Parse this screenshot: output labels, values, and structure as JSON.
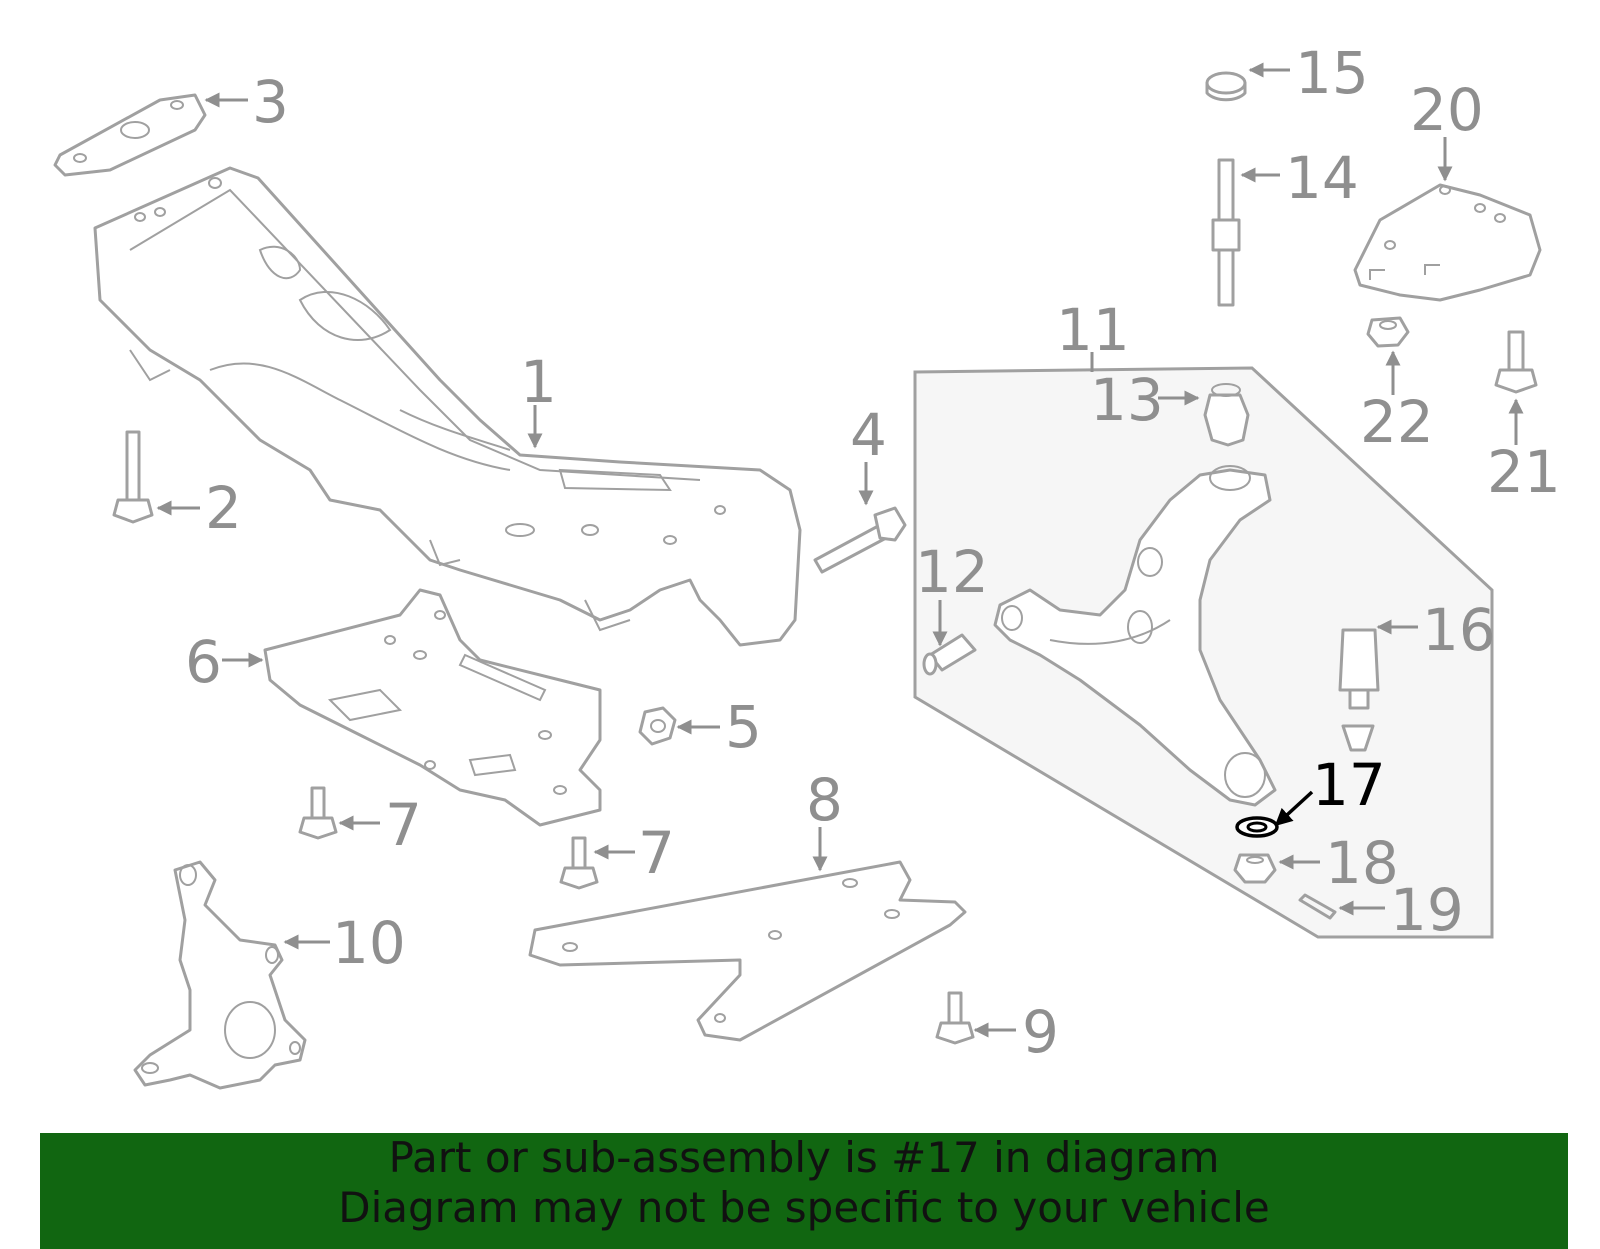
{
  "diagram": {
    "callouts": [
      {
        "id": "1",
        "label": "1"
      },
      {
        "id": "2",
        "label": "2"
      },
      {
        "id": "3",
        "label": "3"
      },
      {
        "id": "4",
        "label": "4"
      },
      {
        "id": "5",
        "label": "5"
      },
      {
        "id": "6",
        "label": "6"
      },
      {
        "id": "7a",
        "label": "7"
      },
      {
        "id": "7b",
        "label": "7"
      },
      {
        "id": "8",
        "label": "8"
      },
      {
        "id": "9",
        "label": "9"
      },
      {
        "id": "10",
        "label": "10"
      },
      {
        "id": "11",
        "label": "11"
      },
      {
        "id": "12",
        "label": "12"
      },
      {
        "id": "13",
        "label": "13"
      },
      {
        "id": "14",
        "label": "14"
      },
      {
        "id": "15",
        "label": "15"
      },
      {
        "id": "16",
        "label": "16"
      },
      {
        "id": "17",
        "label": "17"
      },
      {
        "id": "18",
        "label": "18"
      },
      {
        "id": "19",
        "label": "19"
      },
      {
        "id": "20",
        "label": "20"
      },
      {
        "id": "21",
        "label": "21"
      },
      {
        "id": "22",
        "label": "22"
      }
    ],
    "highlighted_part": "17",
    "colors": {
      "line_art": "#a0a0a0",
      "callout_text": "#8f8f8f",
      "highlight": "#000000",
      "banner_bg": "#116611"
    }
  },
  "banner": {
    "line1": "Part or sub-assembly is #17 in diagram",
    "line2": "Diagram may not be specific to your vehicle"
  }
}
